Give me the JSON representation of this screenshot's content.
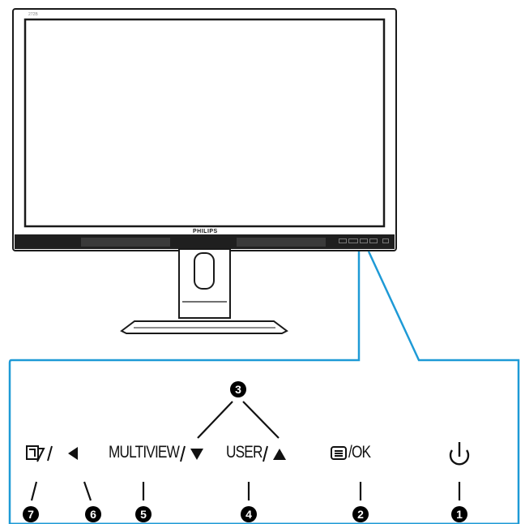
{
  "monitor": {
    "brand": "PHILIPS",
    "model": "272B"
  },
  "controls": [
    {
      "id": "power",
      "label": "",
      "icon": "power-icon",
      "number": "1"
    },
    {
      "id": "menu-ok",
      "label": "/OK",
      "icon": "menu-icon",
      "number": "2"
    },
    {
      "id": "up",
      "label": "",
      "icon": "up-arrow-icon",
      "number": "3"
    },
    {
      "id": "user-up",
      "label": "USER",
      "icon": "up-triangle-icon",
      "number": "4"
    },
    {
      "id": "multiview-down",
      "label": "MULTIVIEW",
      "icon": "down-triangle-icon",
      "number": "5"
    },
    {
      "id": "left",
      "label": "",
      "icon": "left-triangle-icon",
      "number": "6"
    },
    {
      "id": "input-left",
      "label": "",
      "icon": "input-icon",
      "number": "7"
    }
  ],
  "colors": {
    "accent": "#1e9ad6",
    "bezel": "#1f1f1f",
    "screen": "#ffffff"
  }
}
